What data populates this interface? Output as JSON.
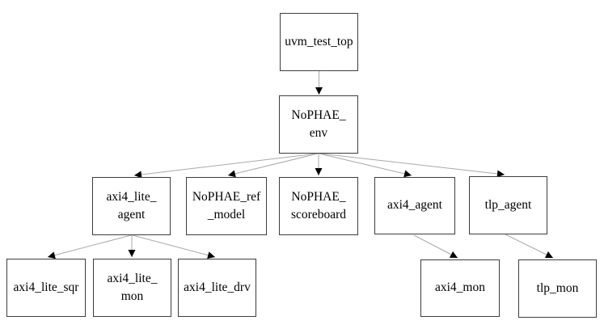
{
  "diagram": {
    "type": "uvm-testbench-hierarchy",
    "nodes": [
      {
        "id": "uvm_test_top",
        "label": "uvm_test_top"
      },
      {
        "id": "NoPHAE_env",
        "label": "NoPHAE_\nenv"
      },
      {
        "id": "axi4_lite_agent",
        "label": "axi4_lite_\nagent"
      },
      {
        "id": "NoPHAE_ref_model",
        "label": "NoPHAE_ref\n_model"
      },
      {
        "id": "NoPHAE_scoreboard",
        "label": "NoPHAE_\nscoreboard"
      },
      {
        "id": "axi4_agent",
        "label": "axi4_agent"
      },
      {
        "id": "tlp_agent",
        "label": "tlp_agent"
      },
      {
        "id": "axi4_lite_sqr",
        "label": "axi4_lite_sqr"
      },
      {
        "id": "axi4_lite_mon",
        "label": "axi4_lite_\nmon"
      },
      {
        "id": "axi4_lite_drv",
        "label": "axi4_lite_drv"
      },
      {
        "id": "axi4_mon",
        "label": "axi4_mon"
      },
      {
        "id": "tlp_mon",
        "label": "tlp_mon"
      }
    ],
    "edges": [
      {
        "from": "uvm_test_top",
        "to": "NoPHAE_env"
      },
      {
        "from": "NoPHAE_env",
        "to": "axi4_lite_agent"
      },
      {
        "from": "NoPHAE_env",
        "to": "NoPHAE_ref_model"
      },
      {
        "from": "NoPHAE_env",
        "to": "NoPHAE_scoreboard"
      },
      {
        "from": "NoPHAE_env",
        "to": "axi4_agent"
      },
      {
        "from": "NoPHAE_env",
        "to": "tlp_agent"
      },
      {
        "from": "axi4_lite_agent",
        "to": "axi4_lite_sqr"
      },
      {
        "from": "axi4_lite_agent",
        "to": "axi4_lite_mon"
      },
      {
        "from": "axi4_lite_agent",
        "to": "axi4_lite_drv"
      },
      {
        "from": "axi4_agent",
        "to": "axi4_mon"
      },
      {
        "from": "tlp_agent",
        "to": "tlp_mon"
      }
    ],
    "colors": {
      "background": "#ffffff",
      "box_fill": "#ffffff",
      "box_border": "#3d3d3d",
      "connector_line": "#a8a8a8",
      "arrowhead": "#000000",
      "text": "#000000"
    }
  }
}
